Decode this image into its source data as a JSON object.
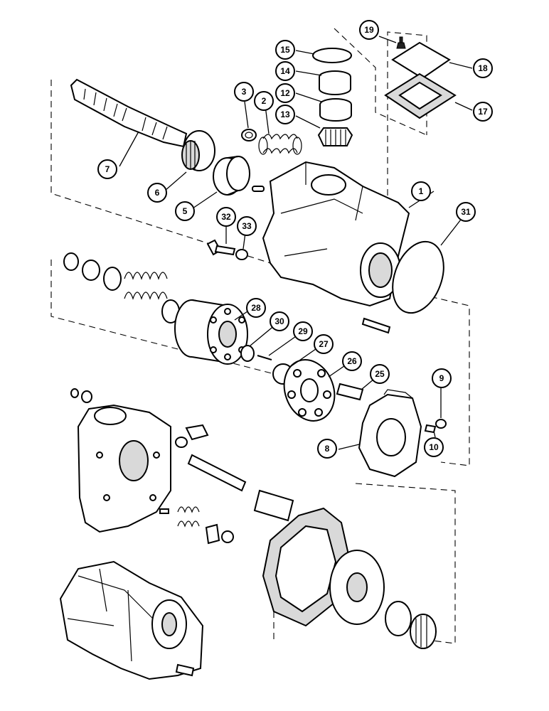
{
  "callouts": [
    {
      "id": "c1",
      "label": "1"
    },
    {
      "id": "c2",
      "label": "2"
    },
    {
      "id": "c3",
      "label": "3"
    },
    {
      "id": "c5",
      "label": "5"
    },
    {
      "id": "c6",
      "label": "6"
    },
    {
      "id": "c7",
      "label": "7"
    },
    {
      "id": "c8",
      "label": "8"
    },
    {
      "id": "c9",
      "label": "9"
    },
    {
      "id": "c10",
      "label": "10"
    },
    {
      "id": "c12",
      "label": "12"
    },
    {
      "id": "c13",
      "label": "13"
    },
    {
      "id": "c14",
      "label": "14"
    },
    {
      "id": "c15",
      "label": "15"
    },
    {
      "id": "c17",
      "label": "17"
    },
    {
      "id": "c18",
      "label": "18"
    },
    {
      "id": "c19",
      "label": "19"
    },
    {
      "id": "c25",
      "label": "25"
    },
    {
      "id": "c26",
      "label": "26"
    },
    {
      "id": "c27",
      "label": "27"
    },
    {
      "id": "c28",
      "label": "28"
    },
    {
      "id": "c29",
      "label": "29"
    },
    {
      "id": "c30",
      "label": "30"
    },
    {
      "id": "c31",
      "label": "31"
    },
    {
      "id": "c32",
      "label": "32"
    },
    {
      "id": "c33",
      "label": "33"
    }
  ]
}
